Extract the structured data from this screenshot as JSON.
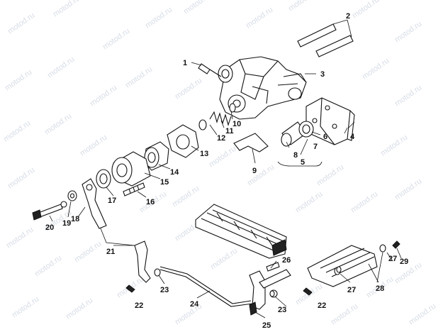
{
  "watermark": "motod.ru",
  "labels": [
    "1",
    "2",
    "3",
    "4",
    "5",
    "6",
    "7",
    "8",
    "9",
    "10",
    "11",
    "12",
    "13",
    "14",
    "15",
    "16",
    "17",
    "18",
    "19",
    "20",
    "21",
    "22",
    "22",
    "23",
    "23",
    "24",
    "25",
    "26",
    "27",
    "27",
    "28",
    "29"
  ]
}
